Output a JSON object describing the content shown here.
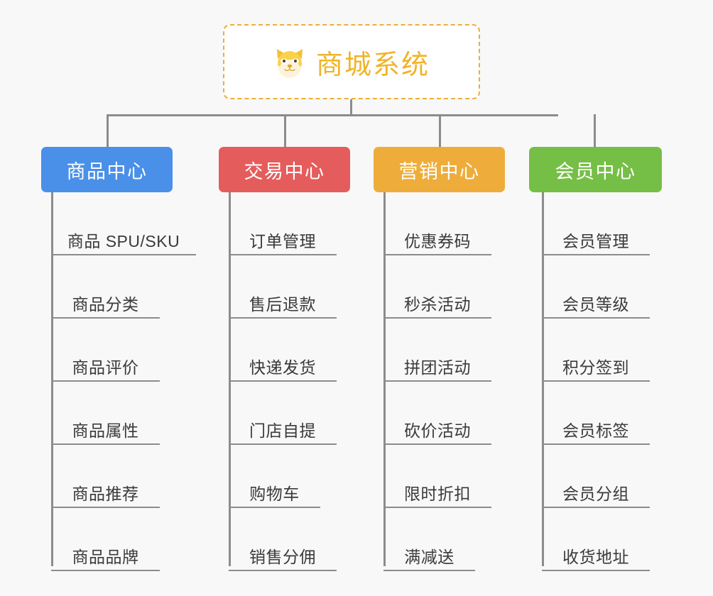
{
  "diagram": {
    "type": "mindmap",
    "background_color": "#f8f8f8",
    "connector_color": "#8c8c8c",
    "root": {
      "title": "商城系统",
      "icon": "shiba-dog-emoji",
      "border_color": "#eead3a",
      "text_color": "#f0b429",
      "background": "#ffffff"
    },
    "branches": [
      {
        "label": "商品中心",
        "color": "#4a90e8",
        "items": [
          "商品 SPU/SKU",
          "商品分类",
          "商品评价",
          "商品属性",
          "商品推荐",
          "商品品牌"
        ]
      },
      {
        "label": "交易中心",
        "color": "#e55c5c",
        "items": [
          "订单管理",
          "售后退款",
          "快递发货",
          "门店自提",
          "购物车",
          "销售分佣"
        ]
      },
      {
        "label": "营销中心",
        "color": "#eead3a",
        "items": [
          "优惠券码",
          "秒杀活动",
          "拼团活动",
          "砍价活动",
          "限时折扣",
          "满减送"
        ]
      },
      {
        "label": "会员中心",
        "color": "#76bf46",
        "items": [
          "会员管理",
          "会员等级",
          "积分签到",
          "会员标签",
          "会员分组",
          "收货地址"
        ]
      }
    ]
  }
}
